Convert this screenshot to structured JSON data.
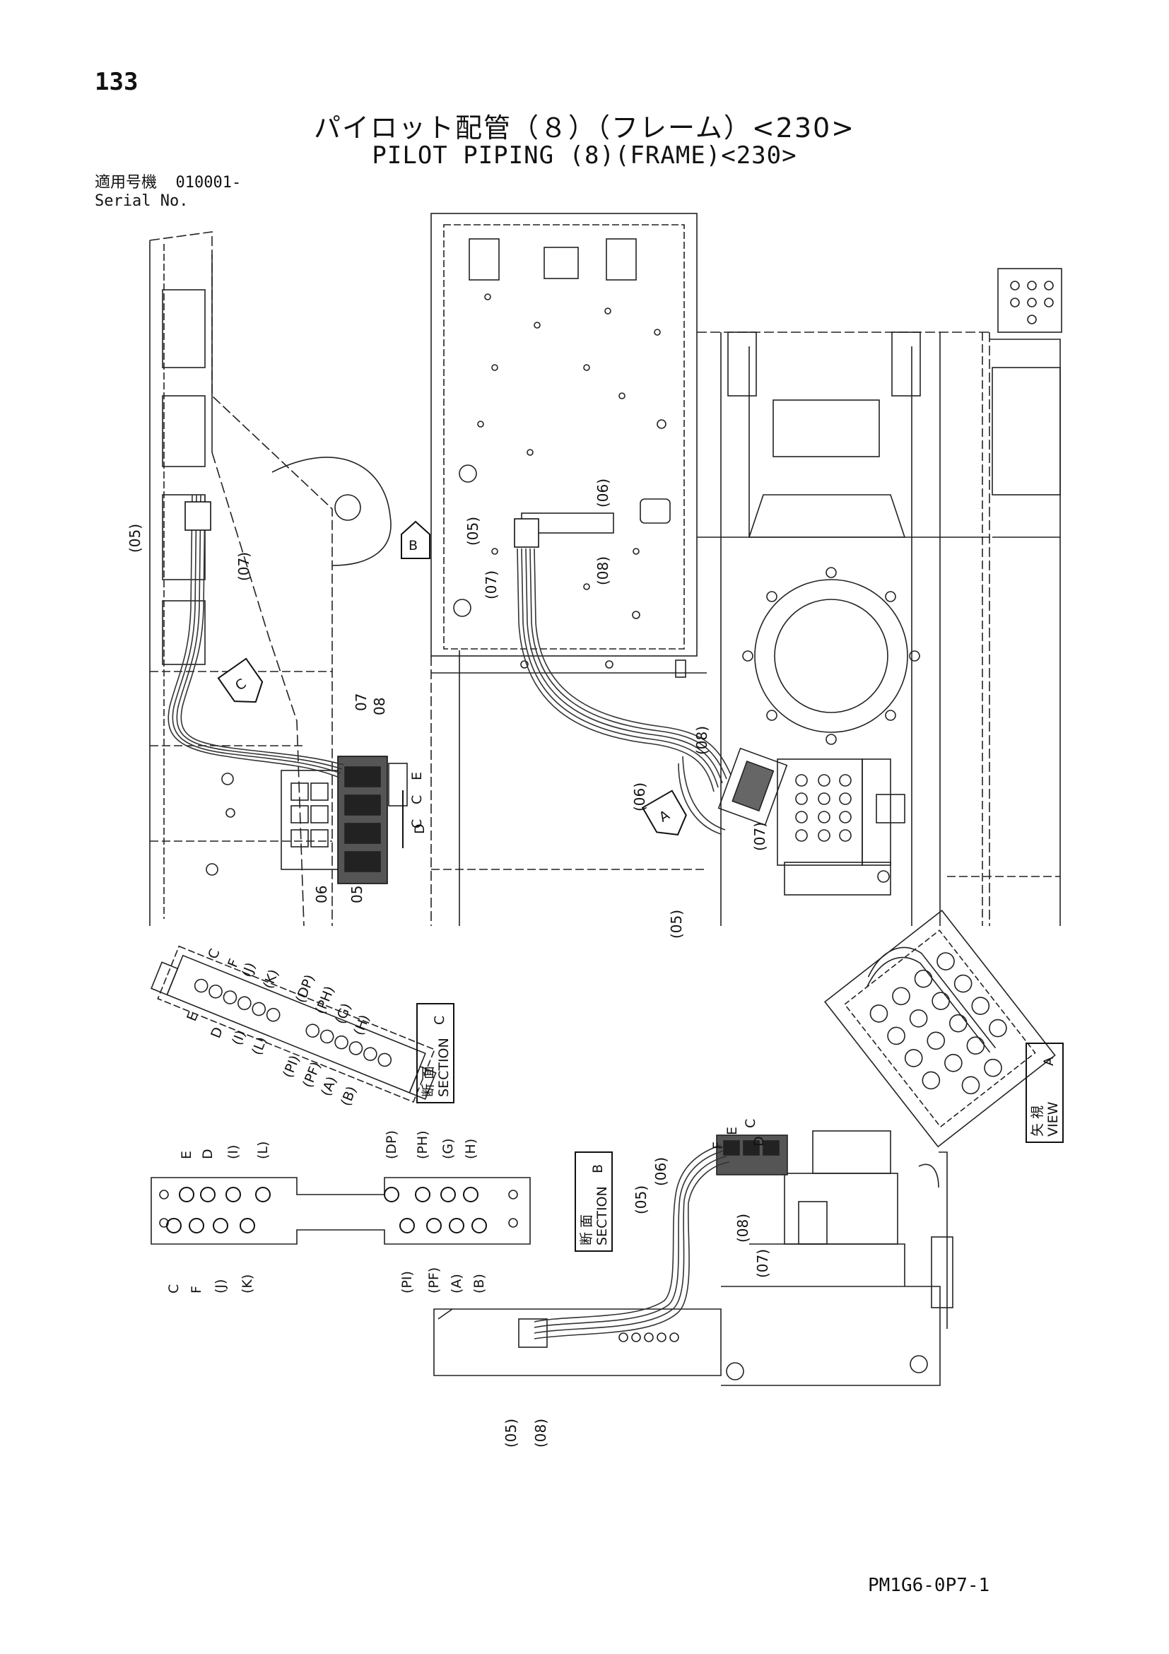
{
  "page_number": "133",
  "title_jp": "パイロット配管（８）（フレーム）<230>",
  "title_en": "PILOT PIPING (8)(FRAME)<230>",
  "serial": {
    "label_jp": "適用号機",
    "value": "010001-",
    "label_en": "Serial No."
  },
  "document_code": "PM1G6-0P7-1",
  "callouts": {
    "p05": "(05)",
    "p06": "(06)",
    "p07": "(07)",
    "p08": "(08)",
    "n05": "05",
    "n06": "06",
    "n07": "07",
    "n08": "08"
  },
  "view_markers": {
    "a": "A",
    "b": "B",
    "c": "C"
  },
  "cut_letters": {
    "c": "C",
    "d": "D",
    "e": "E"
  },
  "section_c": {
    "jp": "断 面",
    "en": "SECTION",
    "letter": "C",
    "labels": [
      "C",
      "F",
      "(J)",
      "(K)",
      "E",
      "D",
      "(I)",
      "(L)",
      "(DP)",
      "(PH)",
      "(G)",
      "(H)",
      "(PI)",
      "(PF)",
      "(A)",
      "(B)"
    ]
  },
  "section_b": {
    "jp": "断 面",
    "en": "SECTION",
    "letter": "B",
    "top_labels": [
      "E",
      "D",
      "(I)",
      "(L)",
      "(DP)",
      "(PH)",
      "(G)",
      "(H)"
    ],
    "bottom_labels": [
      "C",
      "F",
      "(J)",
      "(K)",
      "(PI)",
      "(PF)",
      "(A)",
      "(B)"
    ]
  },
  "view_a": {
    "jp": "矢 視",
    "en": "VIEW",
    "letter": "A",
    "labels": [
      "C",
      "D",
      "E",
      "F"
    ]
  }
}
